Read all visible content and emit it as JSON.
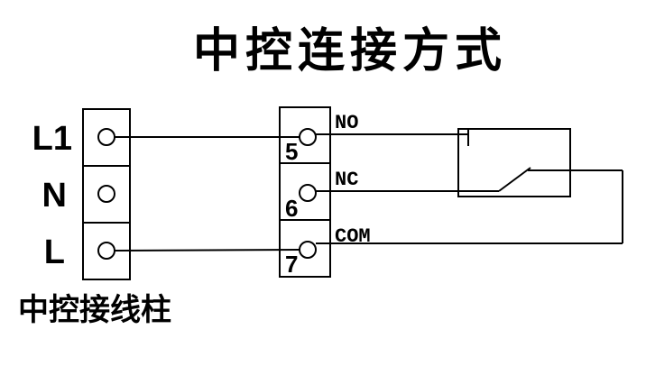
{
  "title": "中控连接方式",
  "left_block": {
    "labels": [
      "L1",
      "N",
      "L"
    ],
    "caption": "中控接线柱"
  },
  "middle_block": {
    "terminal_numbers": [
      "5",
      "6",
      "7"
    ],
    "contact_labels": [
      "NO",
      "NC",
      "COM"
    ]
  },
  "colors": {
    "line": "#000000",
    "background": "#ffffff"
  }
}
